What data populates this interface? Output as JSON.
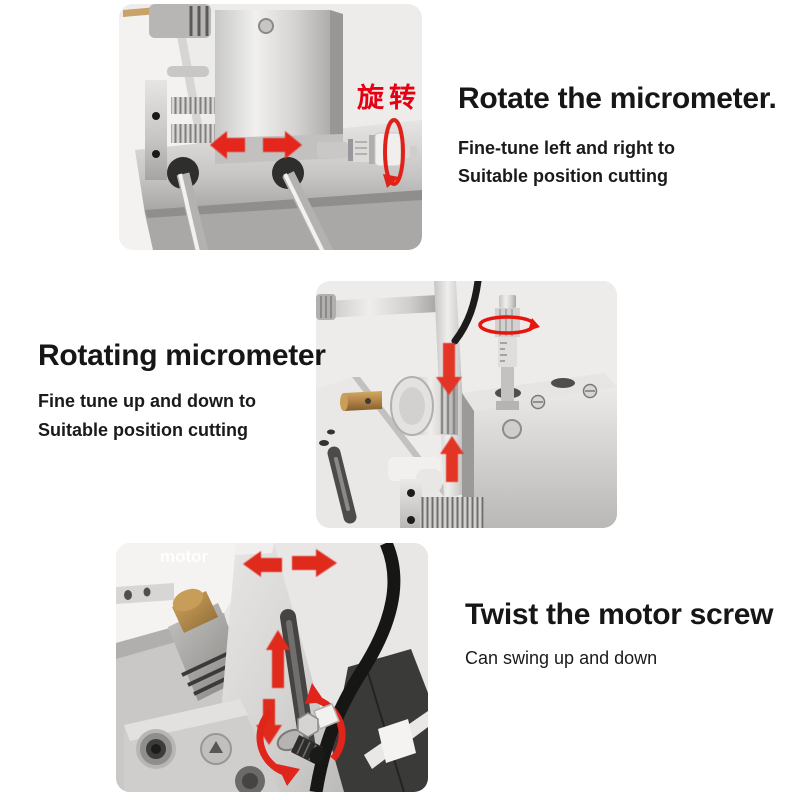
{
  "page": {
    "background": "#ffffff",
    "description": "Three-step product instruction graphic for a cutting machine"
  },
  "colors": {
    "accent_red_arrow": "#e5281c",
    "label_red": "#e60012",
    "photo_background": "#edecea",
    "text": "#161616",
    "brass": "#b28347"
  },
  "sections": [
    {
      "title": "Rotate the micrometer.",
      "lines": [
        "Fine-tune left and right to",
        "Suitable position cutting"
      ],
      "annotation": "旋转",
      "photo_icons": [
        "red-left-arrow",
        "red-right-arrow",
        "rotation-ellipse-arrow",
        "horizontal-micrometer"
      ]
    },
    {
      "title": "Rotating micrometer",
      "lines": [
        "Fine tune up and down to",
        "Suitable position cutting"
      ],
      "photo_icons": [
        "red-down-arrow",
        "red-up-arrow",
        "rotation-ellipse-arrow",
        "vertical-micrometer"
      ]
    },
    {
      "title": "Twist the motor screw",
      "lines": [
        "Can swing up and down"
      ],
      "photo_label": "motor",
      "photo_icons": [
        "red-left-right-arrows",
        "red-up-arrow",
        "red-down-arrow",
        "rotation-circle-arrows",
        "wing-nut"
      ]
    }
  ]
}
